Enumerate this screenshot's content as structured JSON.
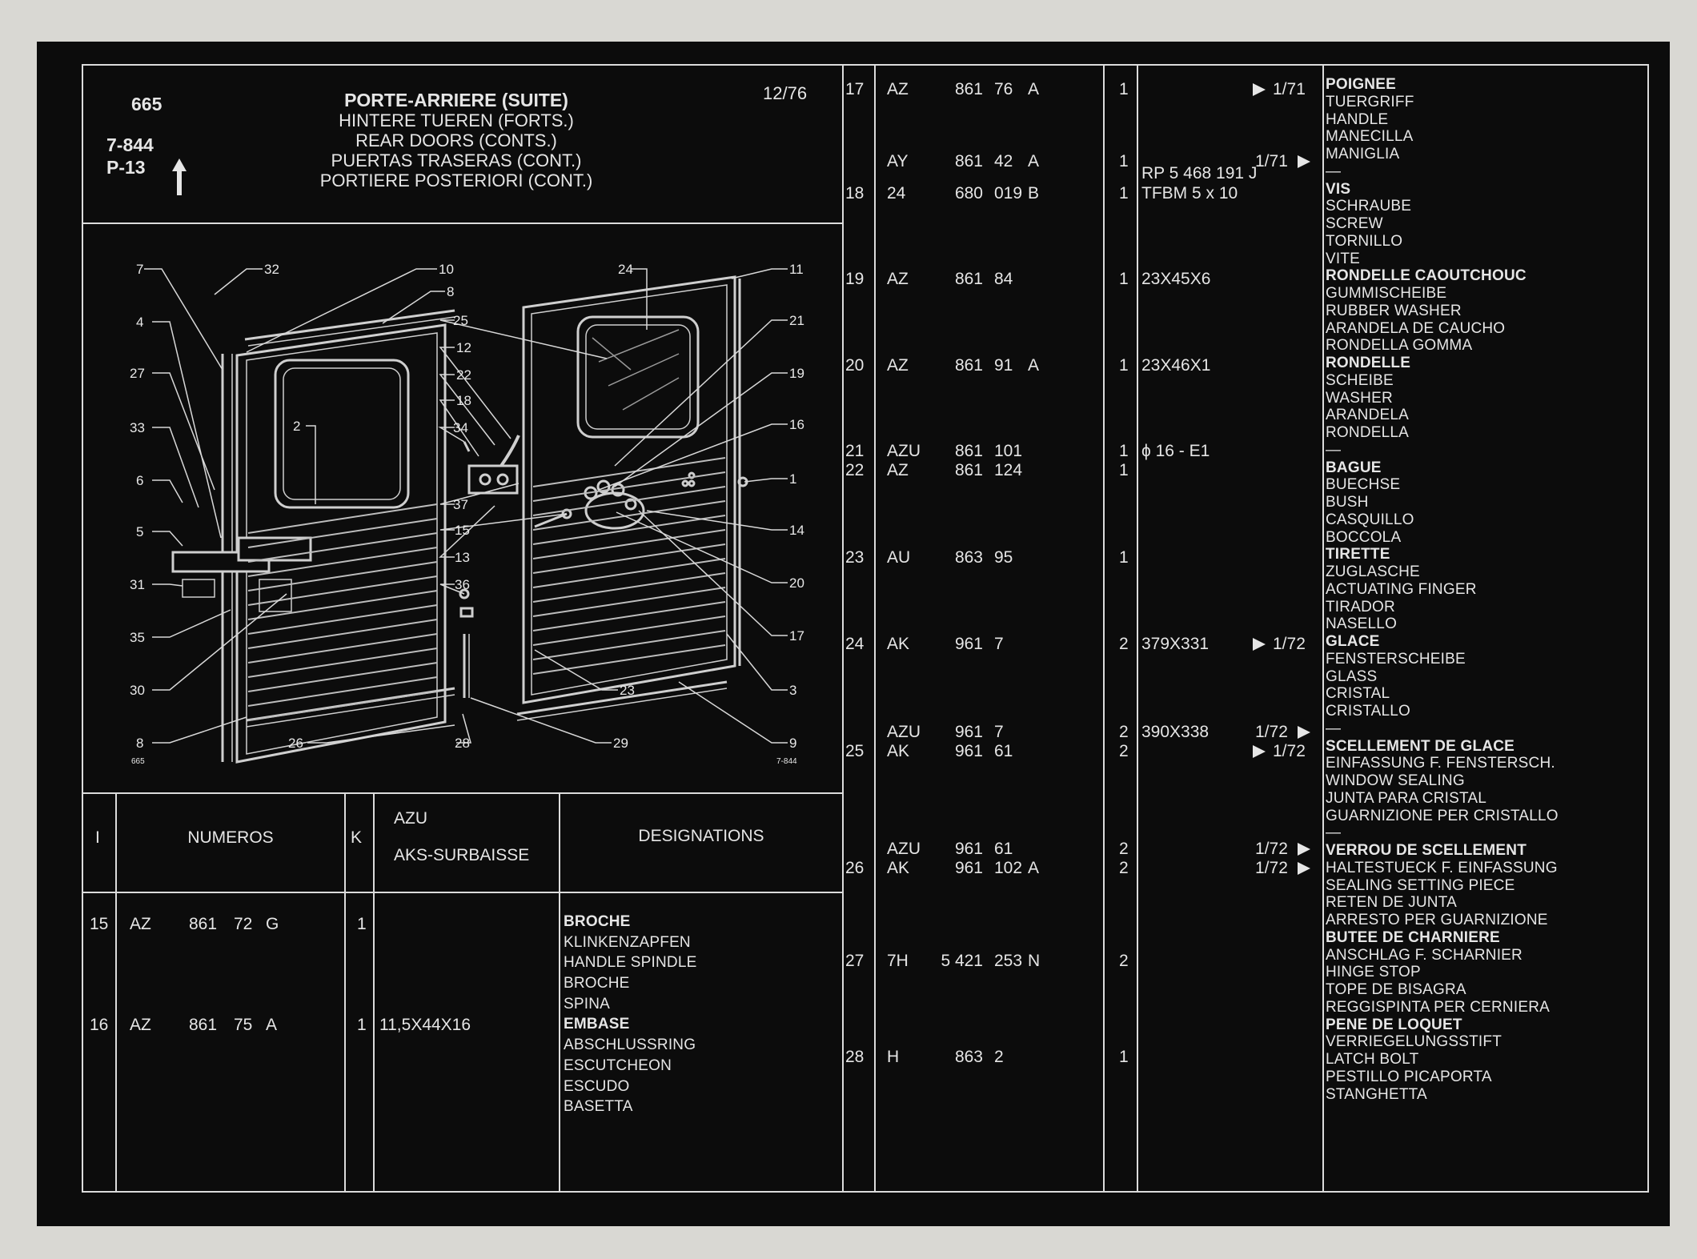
{
  "header": {
    "page": "665",
    "ref1": "7-844",
    "ref2": "P-13",
    "date": "12/76",
    "titles": [
      "PORTE-ARRIERE (SUITE)",
      "HINTERE TUEREN (FORTS.)",
      "REAR DOORS (CONTS.)",
      "PUERTAS TRASERAS (CONT.)",
      "PORTIERE POSTERIORI (CONT.)"
    ],
    "arrow_icon": "up-arrow-icon"
  },
  "diagram": {
    "labels_left": [
      "7",
      "4",
      "27",
      "33",
      "6",
      "5",
      "31",
      "35",
      "30",
      "8"
    ],
    "labels_mid": [
      "32",
      "10",
      "8",
      "25",
      "12",
      "22",
      "18",
      "34",
      "37",
      "15",
      "13",
      "36",
      "2",
      "26",
      "28"
    ],
    "labels_right": [
      "24",
      "11",
      "21",
      "19",
      "16",
      "1",
      "14",
      "20",
      "17",
      "23",
      "3",
      "29",
      "9"
    ],
    "corner_left": "665",
    "corner_right": "7-844"
  },
  "table_head": {
    "col_i": "I",
    "col_num": "NUMEROS",
    "col_k": "K",
    "col_azu": "AZU",
    "col_aks": "AKS-SURBAISSE",
    "col_desig": "DESIGNATIONS"
  },
  "left_rows": [
    {
      "i": "15",
      "pfx": "AZ",
      "n1": "861",
      "n2": "72",
      "sfx": "G",
      "k": "1",
      "spec": ""
    },
    {
      "i": "16",
      "pfx": "AZ",
      "n1": "861",
      "n2": "75",
      "sfx": "A",
      "k": "1",
      "spec": "11,5X44X16"
    }
  ],
  "left_desigs": [
    "BROCHE",
    "KLINKENZAPFEN",
    "HANDLE SPINDLE",
    "BROCHE",
    "SPINA",
    "EMBASE",
    "ABSCHLUSSRING",
    "ESCUTCHEON",
    "ESCUDO",
    "BASETTA"
  ],
  "right_rows": [
    {
      "i": "17",
      "pfx": "AZ",
      "n1": "861",
      "n2": "76",
      "sfx": "A",
      "k": "1",
      "spec": "",
      "date": "1/71"
    },
    {
      "i": "",
      "pfx": "AY",
      "n1": "861",
      "n2": "42",
      "sfx": "A",
      "k": "1",
      "spec": "RP 5 468 191 J",
      "date": "1/71"
    },
    {
      "i": "18",
      "pfx": "24",
      "n1": "680",
      "n2": "019",
      "sfx": "B",
      "k": "1",
      "spec": "TFBM 5 x 10",
      "date": ""
    },
    {
      "i": "19",
      "pfx": "AZ",
      "n1": "861",
      "n2": "84",
      "sfx": "",
      "k": "1",
      "spec": "23X45X6",
      "date": ""
    },
    {
      "i": "20",
      "pfx": "AZ",
      "n1": "861",
      "n2": "91",
      "sfx": "A",
      "k": "1",
      "spec": "23X46X1",
      "date": ""
    },
    {
      "i": "21",
      "pfx": "AZU",
      "n1": "861",
      "n2": "101",
      "sfx": "",
      "k": "1",
      "spec": "ϕ 16 - E1",
      "date": ""
    },
    {
      "i": "22",
      "pfx": "AZ",
      "n1": "861",
      "n2": "124",
      "sfx": "",
      "k": "1",
      "spec": "",
      "date": ""
    },
    {
      "i": "23",
      "pfx": "AU",
      "n1": "863",
      "n2": "95",
      "sfx": "",
      "k": "1",
      "spec": "",
      "date": ""
    },
    {
      "i": "24",
      "pfx": "AK",
      "n1": "961",
      "n2": "7",
      "sfx": "",
      "k": "2",
      "spec": "379X331",
      "date": "1/72"
    },
    {
      "i": "",
      "pfx": "AZU",
      "n1": "961",
      "n2": "7",
      "sfx": "",
      "k": "2",
      "spec": "390X338",
      "date": "1/72"
    },
    {
      "i": "25",
      "pfx": "AK",
      "n1": "961",
      "n2": "61",
      "sfx": "",
      "k": "2",
      "spec": "",
      "date": "1/72"
    },
    {
      "i": "",
      "pfx": "AZU",
      "n1": "961",
      "n2": "61",
      "sfx": "",
      "k": "2",
      "spec": "",
      "date": "1/72"
    },
    {
      "i": "26",
      "pfx": "AK",
      "n1": "961",
      "n2": "102",
      "sfx": "A",
      "k": "2",
      "spec": "",
      "date": "1/72"
    },
    {
      "i": "27",
      "pfx": "7H",
      "n1": "5 421",
      "n2": "253",
      "sfx": "N",
      "k": "2",
      "spec": "",
      "date": ""
    },
    {
      "i": "28",
      "pfx": "H",
      "n1": "863",
      "n2": "2",
      "sfx": "",
      "k": "1",
      "spec": "",
      "date": ""
    }
  ],
  "right_desigs": [
    "POIGNEE",
    "TUERGRIFF",
    "HANDLE",
    "MANECILLA",
    "MANIGLIA",
    "—",
    "VIS",
    "SCHRAUBE",
    "SCREW",
    "TORNILLO",
    "VITE",
    "RONDELLE CAOUTCHOUC",
    "GUMMISCHEIBE",
    "RUBBER WASHER",
    "ARANDELA DE CAUCHO",
    "RONDELLA GOMMA",
    "RONDELLE",
    "SCHEIBE",
    "WASHER",
    "ARANDELA",
    "RONDELLA",
    "—",
    "BAGUE",
    "BUECHSE",
    "BUSH",
    "CASQUILLO",
    "BOCCOLA",
    "TIRETTE",
    "ZUGLASCHE",
    "ACTUATING FINGER",
    "TIRADOR",
    "NASELLO",
    "GLACE",
    "FENSTERSCHEIBE",
    "GLASS",
    "CRISTAL",
    "CRISTALLO",
    "—",
    "SCELLEMENT DE GLACE",
    "EINFASSUNG F. FENSTERSCH.",
    "WINDOW SEALING",
    "JUNTA PARA CRISTAL",
    "GUARNIZIONE PER CRISTALLO",
    "—",
    "VERROU DE SCELLEMENT",
    "HALTESTUECK F. EINFASSUNG",
    "SEALING SETTING PIECE",
    "RETEN DE JUNTA",
    "ARRESTO PER GUARNIZIONE",
    "BUTEE DE CHARNIERE",
    "ANSCHLAG F. SCHARNIER",
    "HINGE STOP",
    "TOPE DE BISAGRA",
    "REGGISPINTA PER CERNIERA",
    "PENE DE LOQUET",
    "VERRIEGELUNGSSTIFT",
    "LATCH BOLT",
    "PESTILLO PICAPORTA",
    "STANGHETTA"
  ],
  "colors": {
    "sheet": "#0c0c0c",
    "ink": "#e6e6e6",
    "paper": "#d9d8d3"
  }
}
